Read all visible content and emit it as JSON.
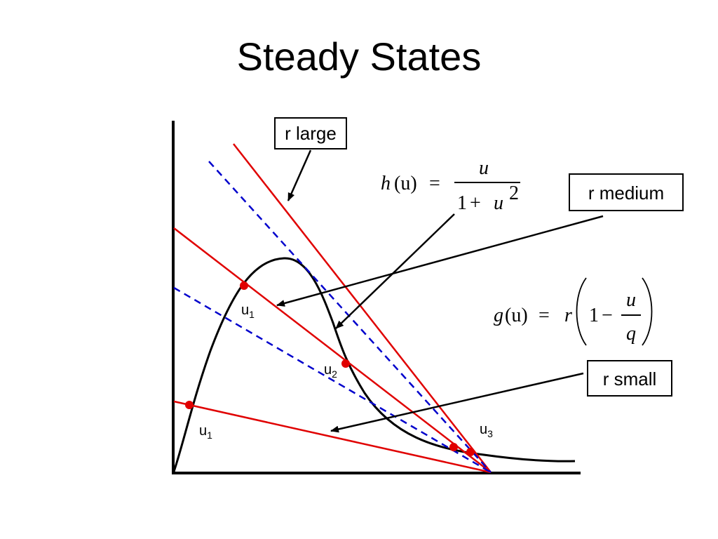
{
  "title": "Steady States",
  "labels": {
    "r_large": "r large",
    "r_medium": "r medium",
    "r_small": "r small"
  },
  "points": {
    "u": "u",
    "sub1": "1",
    "sub2": "2",
    "sub3": "3"
  },
  "equations": {
    "h": {
      "lhs_fn": "h",
      "lhs_arg": "(u)",
      "eq": "=",
      "num": "u",
      "den_one": "1",
      "den_plus": "+",
      "den_u": "u",
      "den_exp": "2"
    },
    "g": {
      "lhs_fn": "g",
      "lhs_arg": "(u)",
      "eq": "=",
      "r": "r",
      "one": "1",
      "minus": "−",
      "num": "u",
      "den": "q"
    }
  },
  "colors": {
    "curve": "#000000",
    "line": "#e00000",
    "dashed": "#0000cc",
    "point": "#e00000"
  }
}
